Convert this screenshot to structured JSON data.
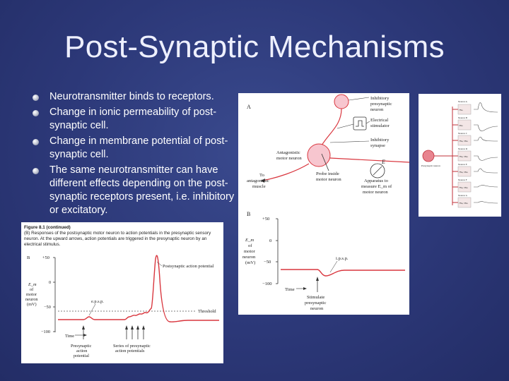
{
  "slide": {
    "title": "Post-Synaptic Mechanisms",
    "bullets": [
      "Neurotransmitter binds to receptors.",
      "Change in ionic permeability of post-synaptic cell.",
      "Change in membrane potential of post-synaptic cell.",
      "The same neurotransmitter can have different effects depending on the post-synaptic receptors present, i.e. inhibitory or excitatory."
    ]
  },
  "figure_right": {
    "panel_a_label": "A",
    "panel_b_label": "B",
    "labels": {
      "inhibitory_presynaptic": [
        "Inhibitory",
        "presynaptic",
        "neuron"
      ],
      "electrical_stimulator": [
        "Electrical",
        "stimulator"
      ],
      "inhibitory_synapse": [
        "Inhibitory",
        "synapse"
      ],
      "antagonistic_motor": [
        "Antagonistic",
        "motor neuron"
      ],
      "probe": [
        "Probe inside",
        "motor neuron"
      ],
      "to_muscle": [
        "To",
        "antagonistic",
        "muscle"
      ],
      "apparatus": [
        "Apparatus to",
        "measure E_m of",
        "motor neuron"
      ],
      "meter_symbol": "E"
    },
    "graph": {
      "y_ticks": [
        "+50",
        "0",
        "−50",
        "−100"
      ],
      "y_label": [
        "E_m",
        "of",
        "motor",
        "neuron",
        "(mV)"
      ],
      "time_label": "Time",
      "ipsp_label": "i.p.s.p.",
      "stimulate_label": [
        "Stimulate",
        "presynaptic",
        "neuron"
      ]
    }
  },
  "figure_small": {
    "neuron_labels": [
      "Neuron A",
      "Neuron B",
      "Neuron C",
      "Neuron D",
      "Neuron E",
      "Neuron F",
      "Neuron G"
    ],
    "box_labels": [
      "7Na",
      "5Na",
      "7Na, 5Na",
      "7Na, 5Na",
      "7Na, 5Na",
      "7Na, 5Na",
      "7Na, 5Na"
    ],
    "presynaptic_label": "Presynaptic neuron"
  },
  "figure_left": {
    "caption_title": "Figure 8.1 (continued)",
    "caption_body": "(B) Responses of the postsynaptic motor neuron to action potentials in the presynaptic sensory neuron. At the upward arrows, action potentials are triggered in the presynaptic neuron by an electrical stimulus.",
    "panel_label": "B",
    "y_ticks": [
      "+50",
      "0",
      "−50",
      "−100"
    ],
    "y_label": [
      "E_m",
      "of",
      "motor",
      "neuron",
      "(mV)"
    ],
    "postsynaptic_label": "Postsynaptic action potential",
    "epsp_label": "e.p.s.p.",
    "threshold_label": "Threshold",
    "time_label": "Time",
    "presynaptic_label": [
      "Presynaptic",
      "action",
      "potential"
    ],
    "series_label": [
      "Series of presynaptic",
      "action potentials"
    ]
  },
  "colors": {
    "background": "#2c3878",
    "trace_red": "#d9363e",
    "neuron_pink": "#f4b6c2"
  }
}
